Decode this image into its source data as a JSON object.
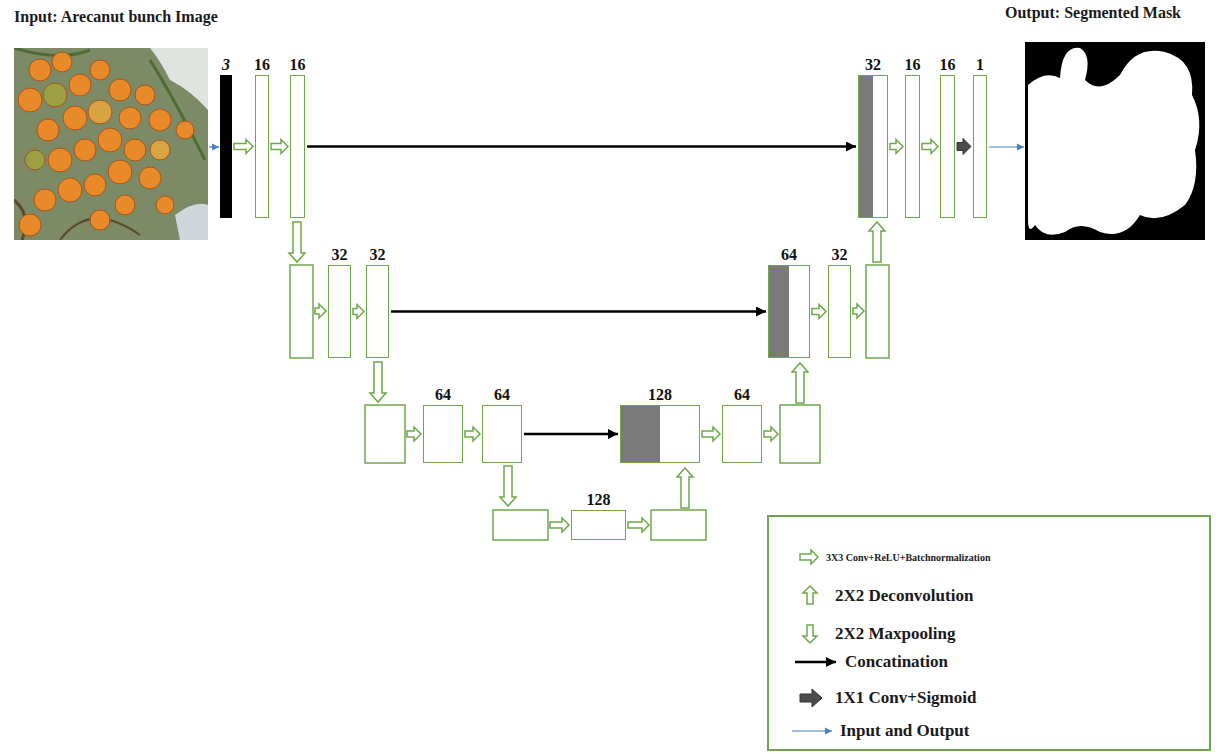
{
  "diagram": {
    "nodes": [
      {
        "text": [
          "3"
        ]
      },
      {
        "text": [
          "16"
        ]
      },
      {
        "text": [
          "16"
        ]
      },
      {
        "text": [
          "32"
        ]
      },
      {
        "text": [
          "16"
        ]
      },
      {
        "text": [
          "16"
        ]
      },
      {
        "text": [
          "1"
        ]
      },
      {
        "text": [
          "32"
        ]
      },
      {
        "text": [
          "32"
        ]
      },
      {
        "text": [
          "64"
        ]
      },
      {
        "text": [
          "32"
        ]
      },
      {
        "text": [
          "64"
        ]
      },
      {
        "text": [
          "64"
        ]
      },
      {
        "text": [
          "128"
        ]
      },
      {
        "text": [
          "64"
        ]
      },
      {
        "text": [
          "128"
        ]
      }
    ],
    "edges": [
      {
        "from": 0,
        "to": 1,
        "arrow": "to"
      },
      {
        "from": 1,
        "to": 2,
        "arrow": "to"
      },
      {
        "from": 2,
        "to": 3,
        "arrow": "to"
      },
      {
        "from": 3,
        "to": 4,
        "arrow": "to"
      },
      {
        "from": 4,
        "to": 5,
        "arrow": "to"
      },
      {
        "from": 5,
        "to": 6,
        "arrow": "to"
      },
      {
        "from": 7,
        "to": 8,
        "arrow": "to"
      },
      {
        "from": 8,
        "to": 9,
        "arrow": "to"
      },
      {
        "from": 9,
        "to": 10,
        "arrow": "to"
      },
      {
        "from": 11,
        "to": 12,
        "arrow": "to"
      },
      {
        "from": 12,
        "to": 13,
        "arrow": "to"
      },
      {
        "from": 13,
        "to": 14,
        "arrow": "to"
      }
    ],
    "labels": [
      "Input: Arecanut bunch Image",
      "Output: Segmented Mask"
    ],
    "legend": [
      {
        "text": "3X3 Conv+ReLU+Batchnormalization"
      },
      {
        "text": "2X2 Deconvolution"
      },
      {
        "text": "2X2 Maxpooling"
      },
      {
        "text": "Concatination"
      },
      {
        "text": "1X1 Conv+Sigmoid"
      },
      {
        "text": "Input and Output"
      }
    ]
  }
}
